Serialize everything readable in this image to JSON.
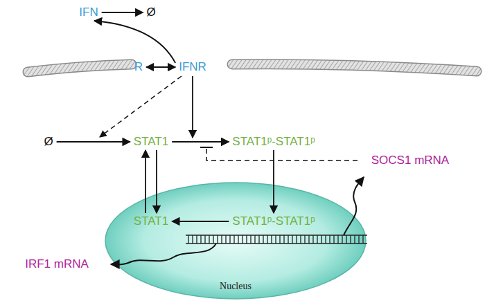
{
  "diagram": {
    "nodes": [
      {
        "text": [
          "IFN"
        ]
      },
      {
        "text": [
          "Ø"
        ]
      },
      {
        "text": [
          "R"
        ]
      },
      {
        "text": [
          "IFNR"
        ]
      },
      {
        "text": [
          "Ø"
        ]
      },
      {
        "text": [
          "STAT1"
        ]
      },
      {
        "text": [
          "STAT1ᵖ-STAT1ᵖ"
        ]
      },
      {
        "text": [
          "SOCS1 mRNA"
        ]
      },
      {
        "text": [
          "Nucleus"
        ]
      },
      {
        "text": [
          "STAT1"
        ],
        "in": 8
      },
      {
        "text": [
          "STAT1ᵖ-STAT1ᵖ"
        ],
        "in": 8
      },
      {
        "text": [
          "IRF1 mRNA"
        ]
      }
    ],
    "edges": [
      {
        "from": 0,
        "to": 1,
        "arrow": "to"
      },
      {
        "from": 2,
        "to": 3,
        "arrow": "both"
      },
      {
        "from": 3,
        "to": 0,
        "arrow": "to"
      },
      {
        "from": 4,
        "to": 5,
        "arrow": "to"
      },
      {
        "from": 5,
        "to": 6,
        "arrow": "to"
      },
      {
        "from": 6,
        "to": 10,
        "arrow": "to"
      },
      {
        "from": 5,
        "to": 9,
        "arrow": "to"
      },
      {
        "from": 9,
        "to": 5,
        "arrow": "to"
      },
      {
        "from": 10,
        "to": 9,
        "arrow": "to"
      }
    ]
  }
}
